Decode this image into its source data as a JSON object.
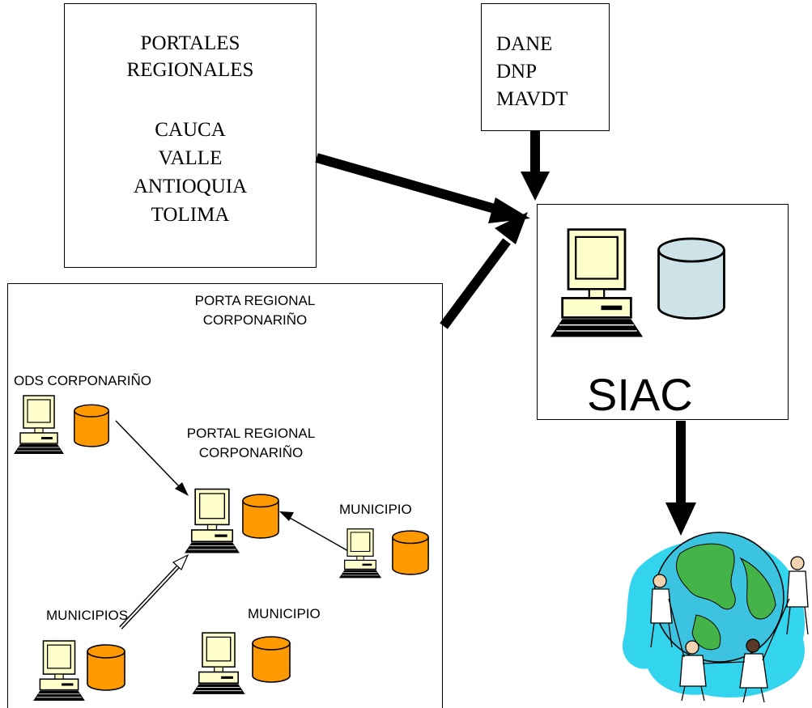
{
  "portales_box": {
    "title_lines": [
      "PORTALES",
      "REGIONALES"
    ],
    "regions": [
      "CAUCA",
      "VALLE",
      "ANTIOQUIA",
      "TOLIMA"
    ]
  },
  "sources_box": {
    "items": [
      "DANE",
      "DNP",
      "MAVDT"
    ]
  },
  "siac_box": {
    "label": "SIAC"
  },
  "regional_box": {
    "title_lines": [
      "PORTA REGIONAL",
      "CORPONARIÑO"
    ],
    "ods_label": "ODS CORPONARIÑO",
    "portal_lines": [
      "PORTAL REGIONAL",
      "CORPONARIÑO"
    ],
    "municipio_right_label": "MUNICIPIO",
    "municipios_label": "MUNICIPIOS",
    "municipio_bottom_label": "MUNICIPIO"
  },
  "colors": {
    "monitor_face": "#ffffcc",
    "db_orange": "#ff9900",
    "db_siac": "#cde3e8",
    "globe_ocean": "#3cc3e0",
    "globe_land": "#44b449",
    "splash": "#33d4ee"
  },
  "icons": [
    "computer-icon",
    "database-icon",
    "globe-people-clipart"
  ]
}
